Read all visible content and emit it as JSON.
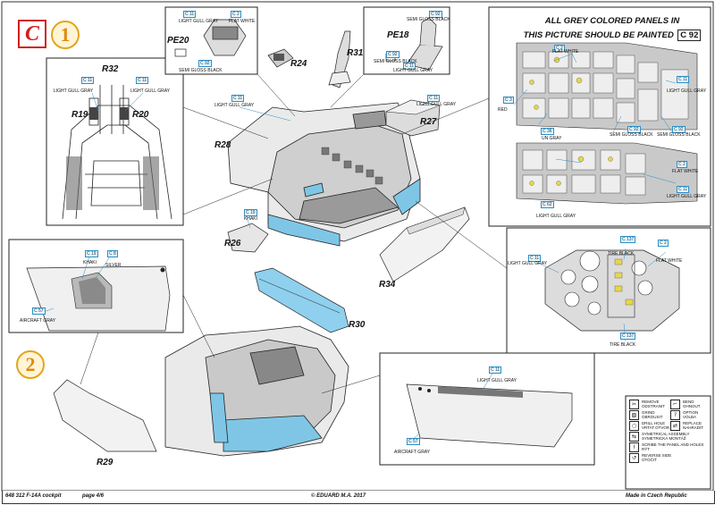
{
  "header": {
    "stage_letter": "C",
    "step_one": "1",
    "step_two": "2"
  },
  "parts": {
    "r32": "R32",
    "r19": "R19",
    "r20": "R20",
    "r24": "R24",
    "r31": "R31",
    "pe20": "PE20",
    "pe18": "PE18",
    "r27": "R27",
    "r28": "R28",
    "r26": "R26",
    "r34": "R34",
    "r30": "R30",
    "r29": "R29"
  },
  "colors": {
    "light_gull_gray": "LIGHT GULL GRAY",
    "flat_white": "FLAT WHITE",
    "semi_gloss_black": "SEMI GLOSS BLACK",
    "red": "RED",
    "un_gray": "UN GRAY",
    "khaki": "KHAKI",
    "silver": "SILVER",
    "aircraft_gray": "AIRCRAFT GRAY",
    "tire_black": "TIRE BLACK"
  },
  "codes": {
    "c11": "C 11",
    "c92": "C 92",
    "c2": "C 2",
    "c3": "C 3",
    "c36": "C 36",
    "c62": "C 62",
    "c19": "C 19",
    "c8": "C 8",
    "c137": "C 137",
    "c57": "C 57"
  },
  "note": {
    "line1": "ALL GREY COLORED PANELS IN",
    "line2": "THIS PICTURE SHOULD BE PAINTED",
    "code": "C 92"
  },
  "legend": {
    "items": [
      {
        "sym": "✂",
        "text": "REMOVE\nODSTRANIT"
      },
      {
        "sym": "⌐",
        "text": "BEND\nOHNOUT"
      },
      {
        "sym": "▨",
        "text": "GRIND\nOBROUSIT"
      },
      {
        "sym": "?",
        "text": "OPTION\nVOLBA"
      },
      {
        "sym": "○",
        "text": "DRILL HOLE\nVRTAT OTVOR"
      },
      {
        "sym": "⇄",
        "text": "REPLACE\nNAHRADIT"
      },
      {
        "sym": "⇆",
        "text": "SYMETRICAL ASSEMBLY\nSYMETRICKÁ MONTÁŽ"
      },
      {
        "sym": "⌇",
        "text": "SCRIBE THE PANEL AND HOLES\nRÝT"
      },
      {
        "sym": "↺",
        "text": "REVERSE SIDE\nOTOČIT"
      }
    ]
  },
  "footer": {
    "kit": "648 312  F-14A cockpit",
    "page": "page 4/6",
    "copyright": "© EDUARD  M.A. 2017",
    "made_in": "Made in Czech Republic"
  }
}
